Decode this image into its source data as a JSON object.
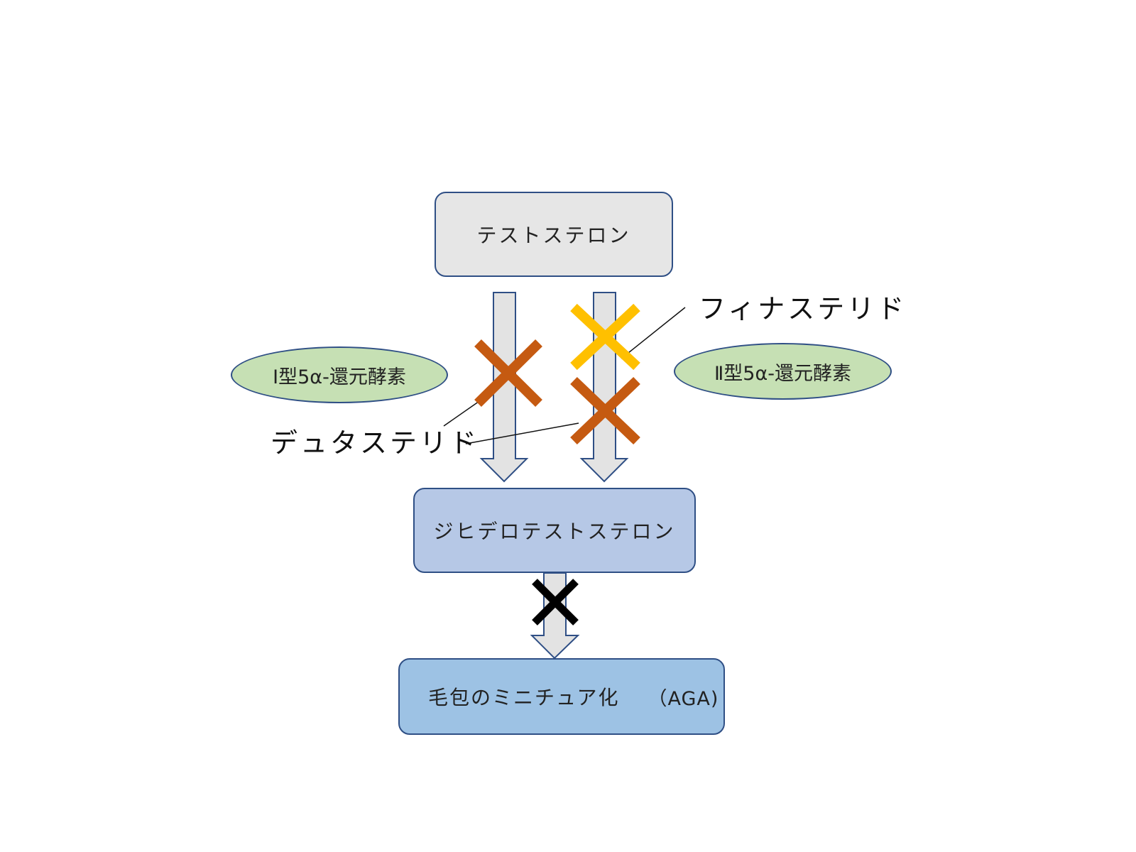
{
  "nodes": {
    "testosterone": "テストステロン",
    "dihydrotestosterone": "ジヒデロテストステロン",
    "hair_follicle": "毛包のミニチュア化",
    "hair_follicle_abbr": "（AGA)"
  },
  "enzymes": {
    "type1": "Ⅰ型5α-還元酵素",
    "type2": "Ⅱ型5α-還元酵素"
  },
  "drugs": {
    "finasteride": "フィナステリド",
    "dutasteride": "デュタステリド"
  },
  "colors": {
    "arrow_fill": "#e3e3e3",
    "arrow_stroke": "#2f4f85",
    "finasteride_mark": "#ffc000",
    "dutasteride_mark": "#c55a11",
    "block_mark": "#000000",
    "enzyme_fill": "#c6e0b4"
  }
}
